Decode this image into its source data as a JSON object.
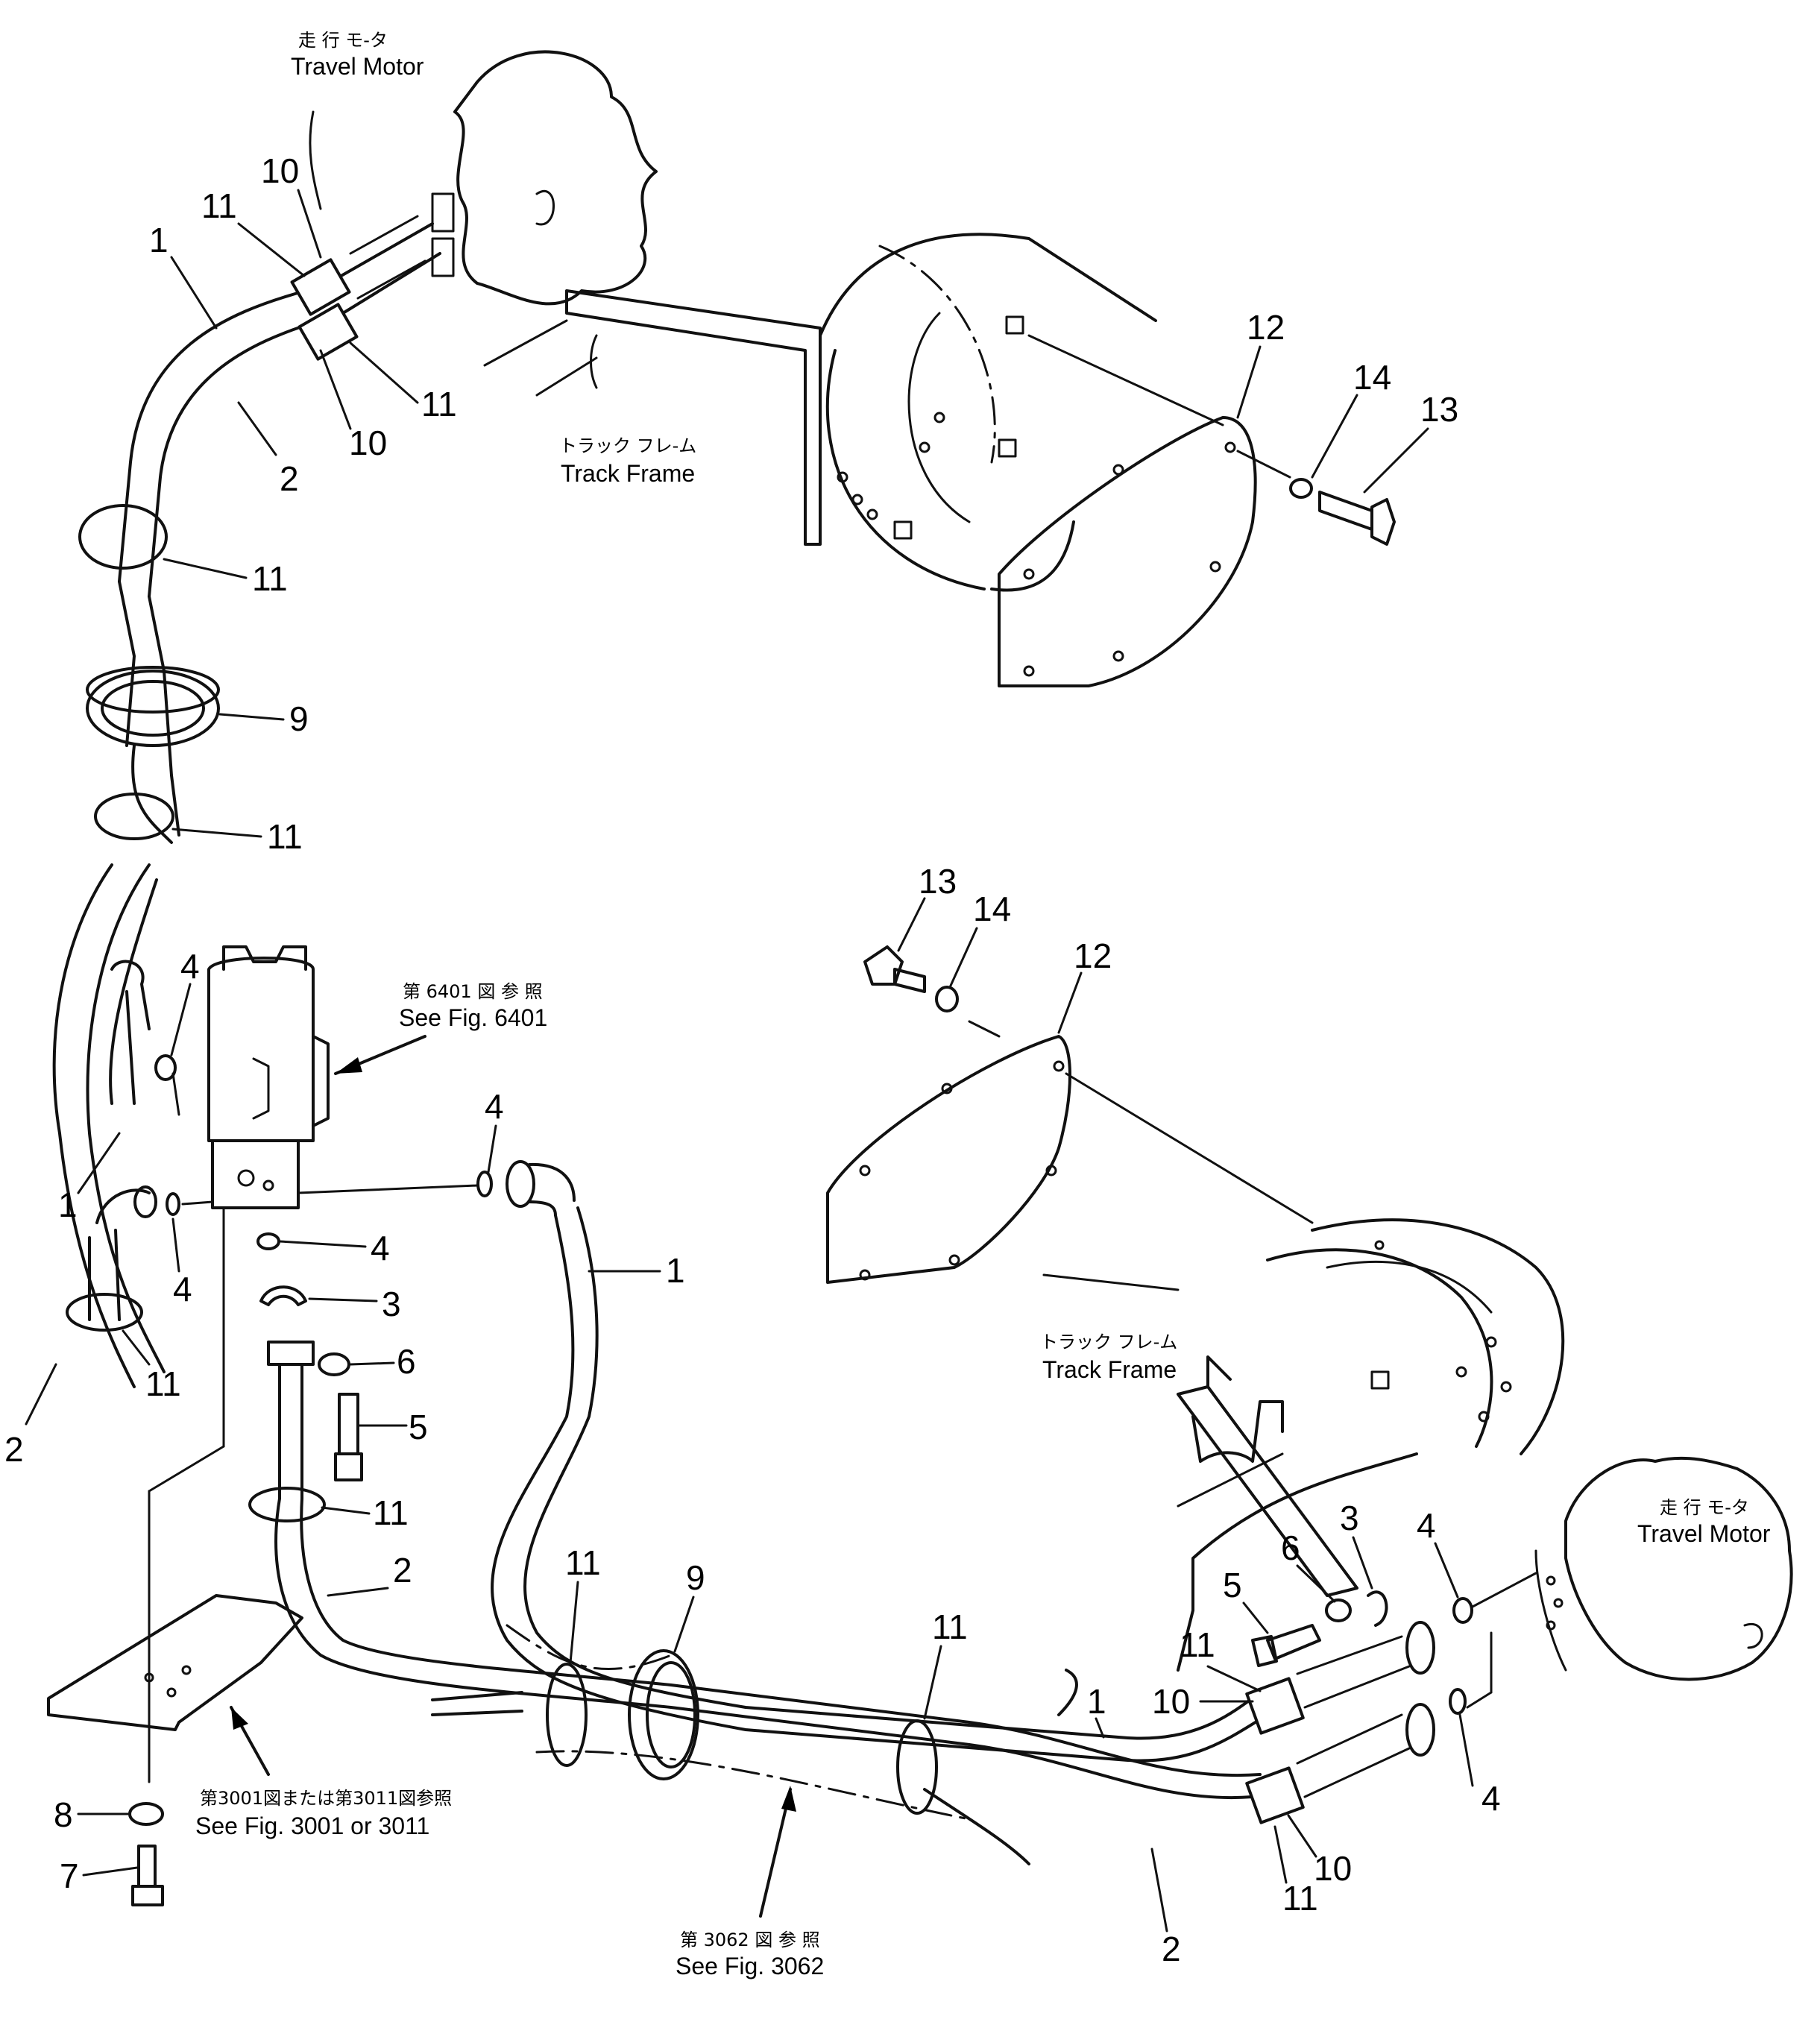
{
  "labels": {
    "travel_motor_jp": "走 行 モ-タ",
    "travel_motor_en": "Travel Motor",
    "track_frame_jp": "トラック フレ-ム",
    "track_frame_en": "Track Frame",
    "fig6401_jp": "第 6401 図 参 照",
    "fig6401_en": "See Fig. 6401",
    "fig3001_jp": "第3001図または第3011図参照",
    "fig3001_en": "See Fig. 3001 or 3011",
    "fig3062_jp": "第 3062 図 参 照",
    "fig3062_en": "See Fig. 3062"
  },
  "callouts": {
    "top": [
      "10",
      "11",
      "1",
      "11",
      "10",
      "2",
      "11",
      "9",
      "11",
      "12",
      "14",
      "13"
    ],
    "left": [
      "4",
      "1",
      "4",
      "11",
      "2",
      "4",
      "3",
      "6",
      "5",
      "11",
      "2",
      "8",
      "7"
    ],
    "right": [
      "13",
      "14",
      "12",
      "4",
      "1",
      "11",
      "9",
      "11",
      "1",
      "11",
      "10",
      "5",
      "6",
      "3",
      "4",
      "4",
      "10",
      "11",
      "2"
    ]
  }
}
